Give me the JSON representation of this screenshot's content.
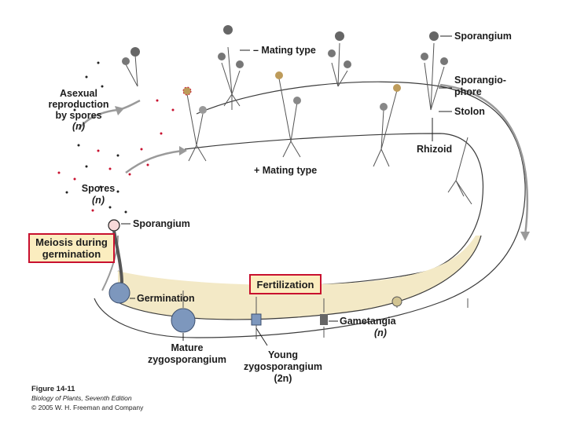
{
  "labels": {
    "sporangium_top": "Sporangium",
    "mating_minus": "– Mating type",
    "sporangiophore_1": "Sporangio-",
    "sporangiophore_2": "phore",
    "stolon": "Stolon",
    "rhizoid": "Rhizoid",
    "mating_plus": "+ Mating type",
    "asexual_1": "Asexual",
    "asexual_2": "reproduction",
    "asexual_3": "by spores",
    "asexual_4": "(n)",
    "spores_1": "Spores",
    "spores_2": "(n)",
    "sporangium_left": "Sporangium",
    "meiosis_1": "Meiosis during",
    "meiosis_2": "germination",
    "fertilization": "Fertilization",
    "germination": "Germination",
    "gametangia_1": "Gametangia",
    "gametangia_2": "(n)",
    "mature_1": "Mature",
    "mature_2": "zygosporangium",
    "young_1": "Young",
    "young_2": "zygosporangium",
    "young_3": "(2n)"
  },
  "caption": {
    "figure": "Figure 14-11",
    "book": "Biology of Plants, Seventh Edition",
    "copyright": "© 2005 W. H. Freeman and Company"
  },
  "colors": {
    "highlight_box_border": "#c8102e",
    "highlight_box_fill": "#fbedbf",
    "hypha_fill": "#f3e9c6",
    "spore_red": "#c8102e",
    "zygosporangium_blue": "#7d97bd",
    "arrow_gray": "#9a9a9a"
  }
}
